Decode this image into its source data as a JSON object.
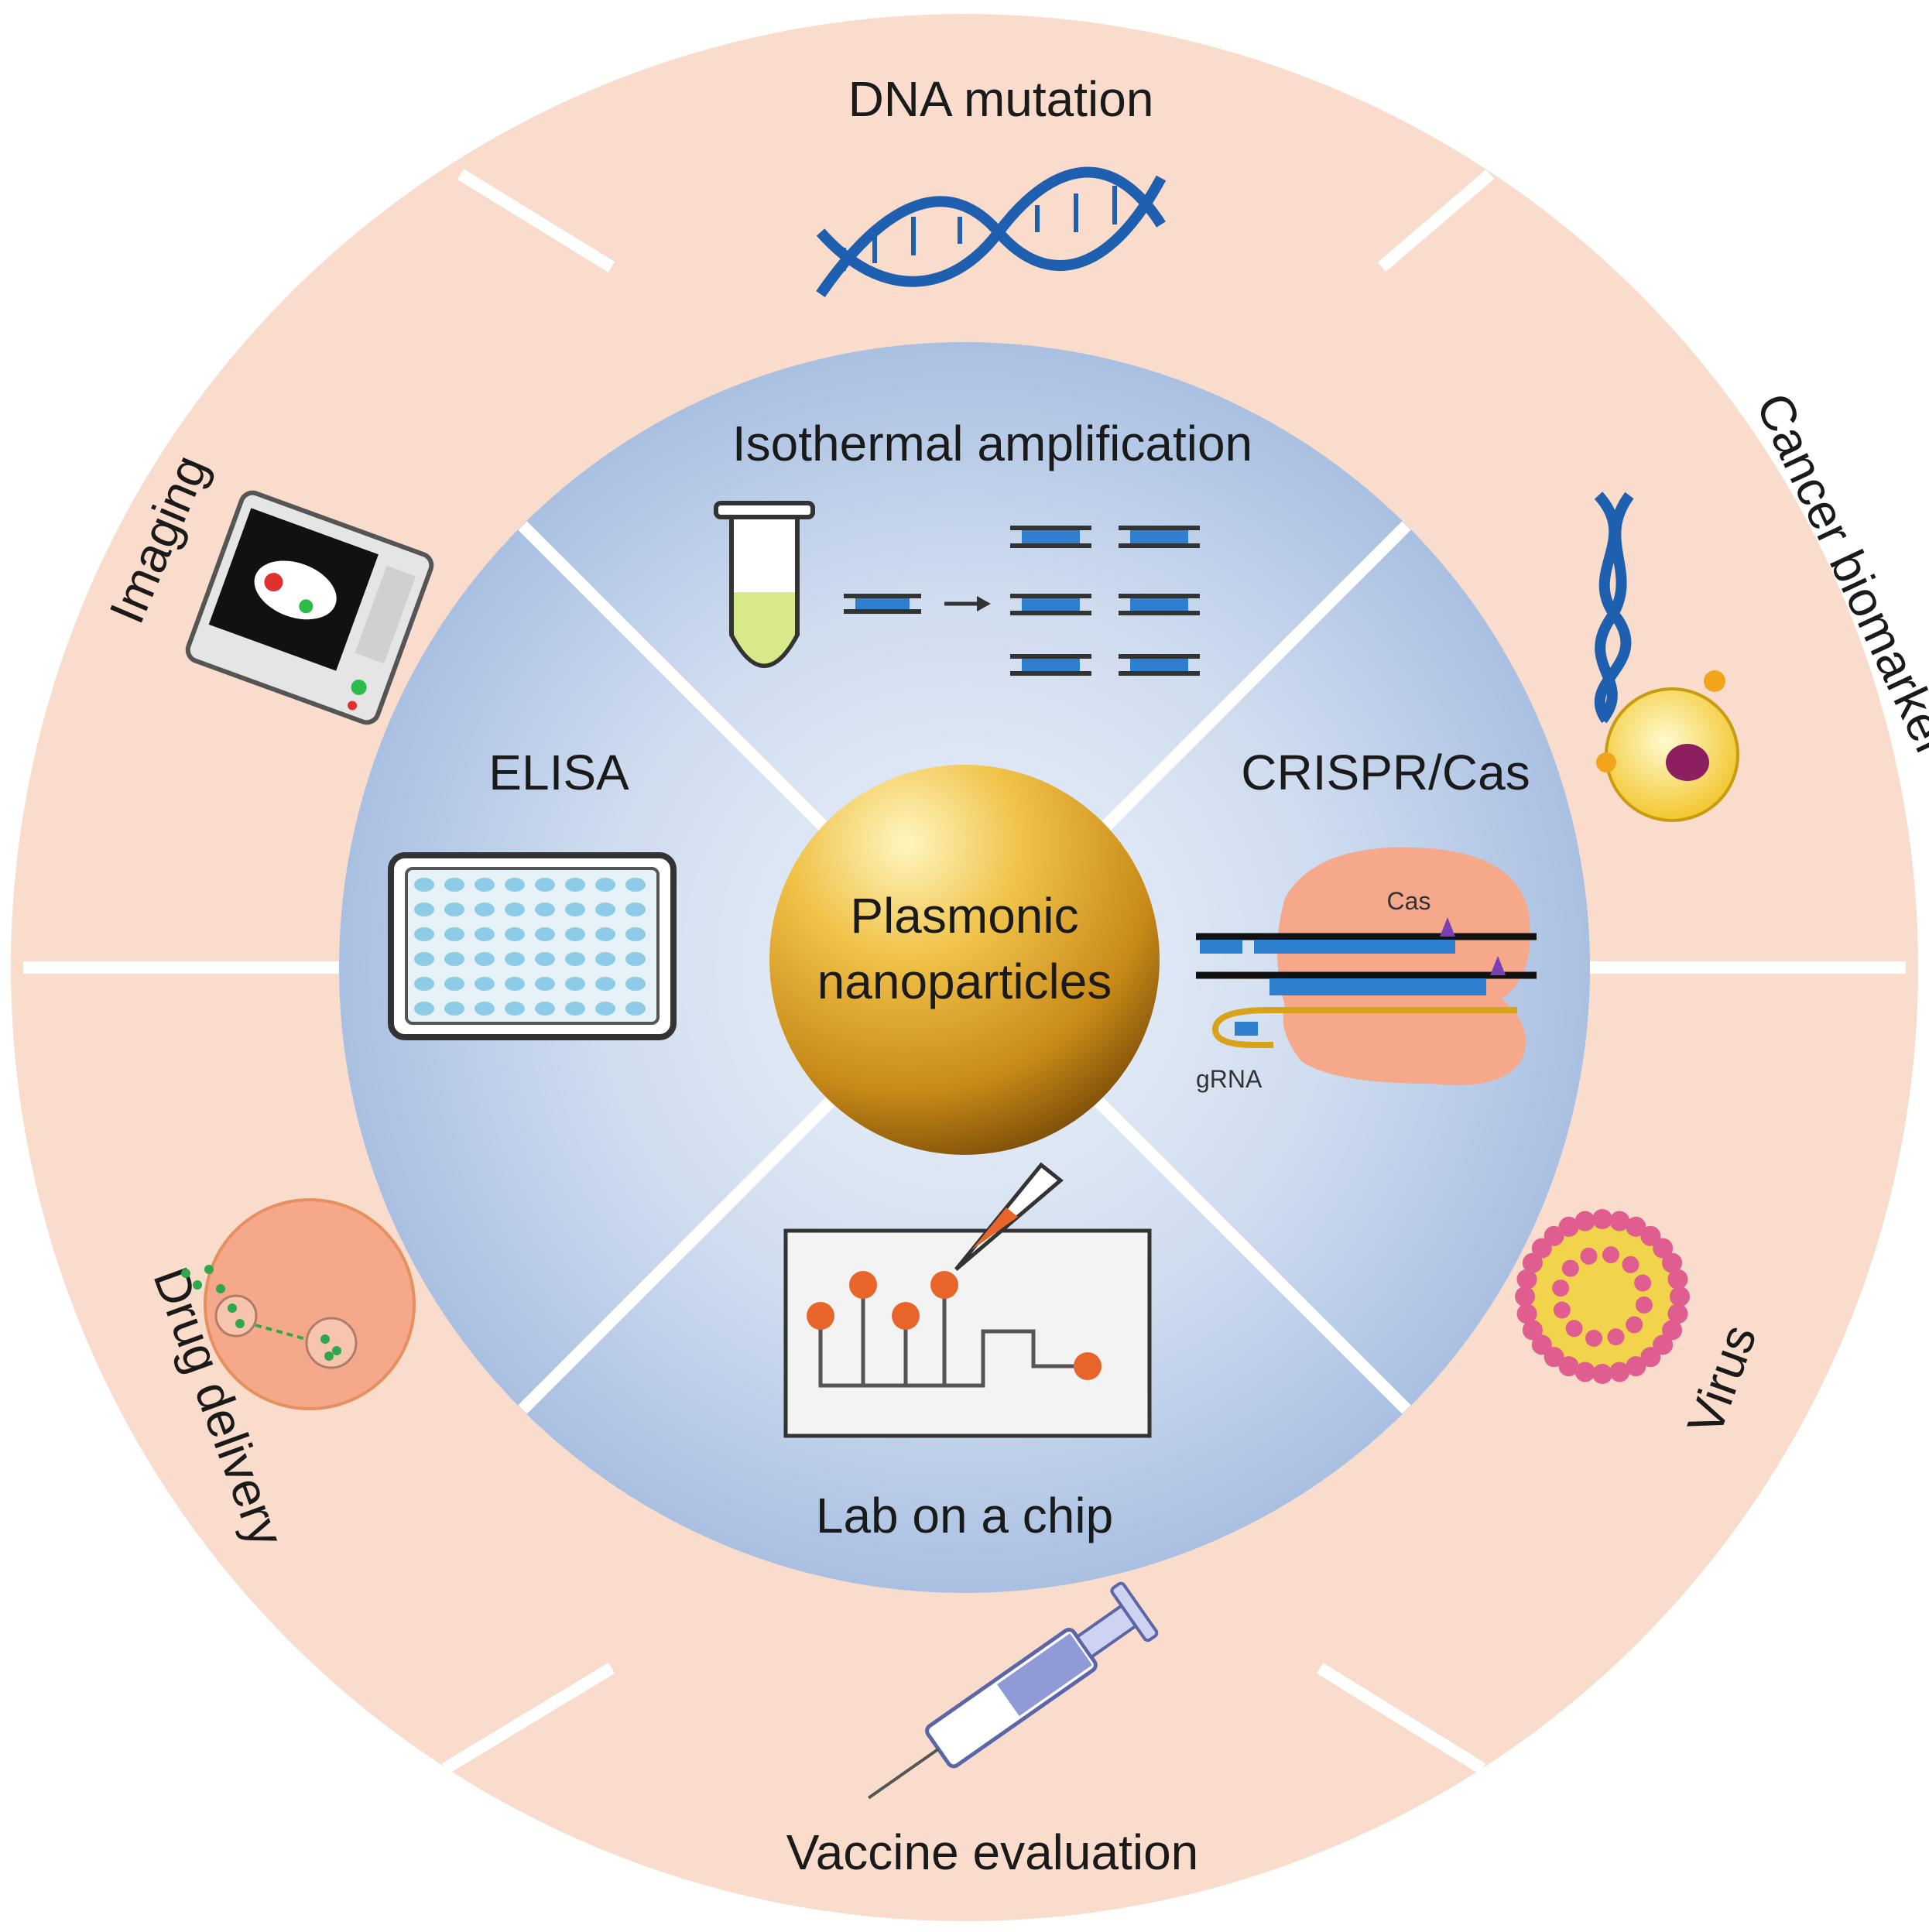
{
  "center": {
    "line1": "Plasmonic",
    "line2": "nanoparticles"
  },
  "inner_ring": {
    "top": "Isothermal amplification",
    "left": "ELISA",
    "right": "CRISPR/Cas",
    "bottom": "Lab on a chip"
  },
  "crispr_labels": {
    "protein": "Cas",
    "guide": "gRNA"
  },
  "outer_ring": {
    "top": "DNA mutation",
    "top_right": "Cancer biomarker",
    "bottom_right": "Virus",
    "bottom": "Vaccine evaluation",
    "bottom_left": "Drug delivery",
    "top_left": "Imaging"
  },
  "colors": {
    "outer_fill": "#f9dccb",
    "inner_fill": "#c9d9ef",
    "inner_center": "#e8eff8",
    "divider": "#ffffff",
    "gold_light": "#fff6c0",
    "gold_mid": "#e0a521",
    "gold_dark": "#8a5a0a",
    "dna_blue": "#1f5fb0",
    "orange": "#e8642a",
    "salmon": "#f5a98a"
  }
}
